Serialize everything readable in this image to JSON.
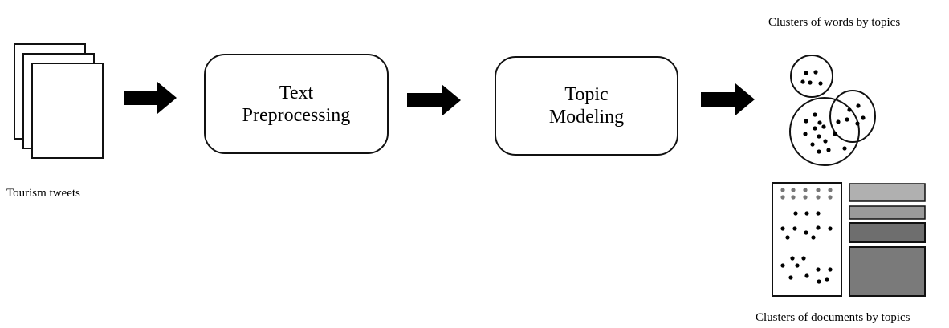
{
  "input": {
    "label": "Tourism tweets"
  },
  "steps": [
    {
      "line1": "Text",
      "line2": "Preprocessing"
    },
    {
      "line1": "Topic",
      "line2": "Modeling"
    }
  ],
  "outputs": {
    "words_label": "Clusters of words by topics",
    "documents_label": "Clusters of documents by topics"
  },
  "icons": {
    "document_stack": "document-stack-icon",
    "arrow": "right-arrow-icon",
    "word_clusters": "word-clusters-icon",
    "document_clusters": "document-clusters-icon"
  },
  "colors": {
    "stroke": "#111111",
    "bar_light": "#b0b0b0",
    "bar_mid": "#9a9a9a",
    "bar_dark": "#6e6e6e",
    "bar_darkest": "#7a7a7a",
    "dot_gray": "#777777"
  }
}
